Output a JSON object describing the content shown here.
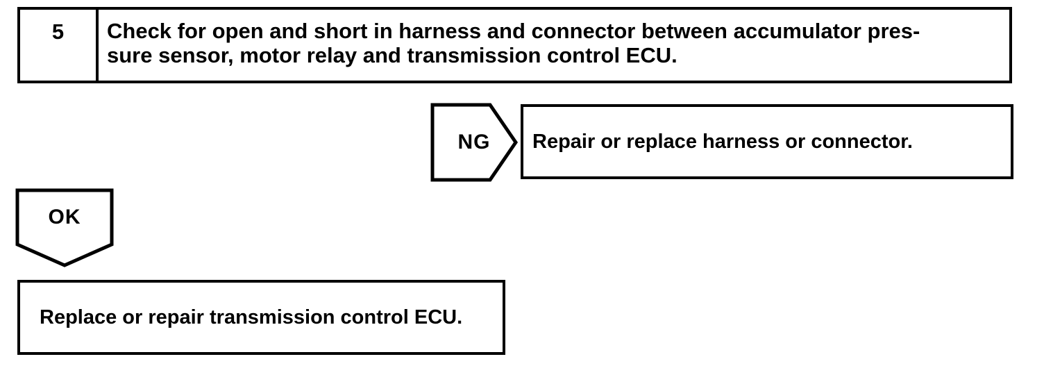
{
  "colors": {
    "ink": "#000000",
    "paper": "#ffffff"
  },
  "flowchart": {
    "step_box": {
      "number": "5",
      "instruction_lines": [
        "Check for open and short in harness and connector between accumulator pres-",
        "sure sensor, motor relay and transmission control ECU."
      ]
    },
    "ng_branch": {
      "connector_label": "NG",
      "action": "Repair or replace harness or connector."
    },
    "ok_branch": {
      "connector_label": "OK",
      "action": "Replace or repair transmission control ECU."
    }
  }
}
